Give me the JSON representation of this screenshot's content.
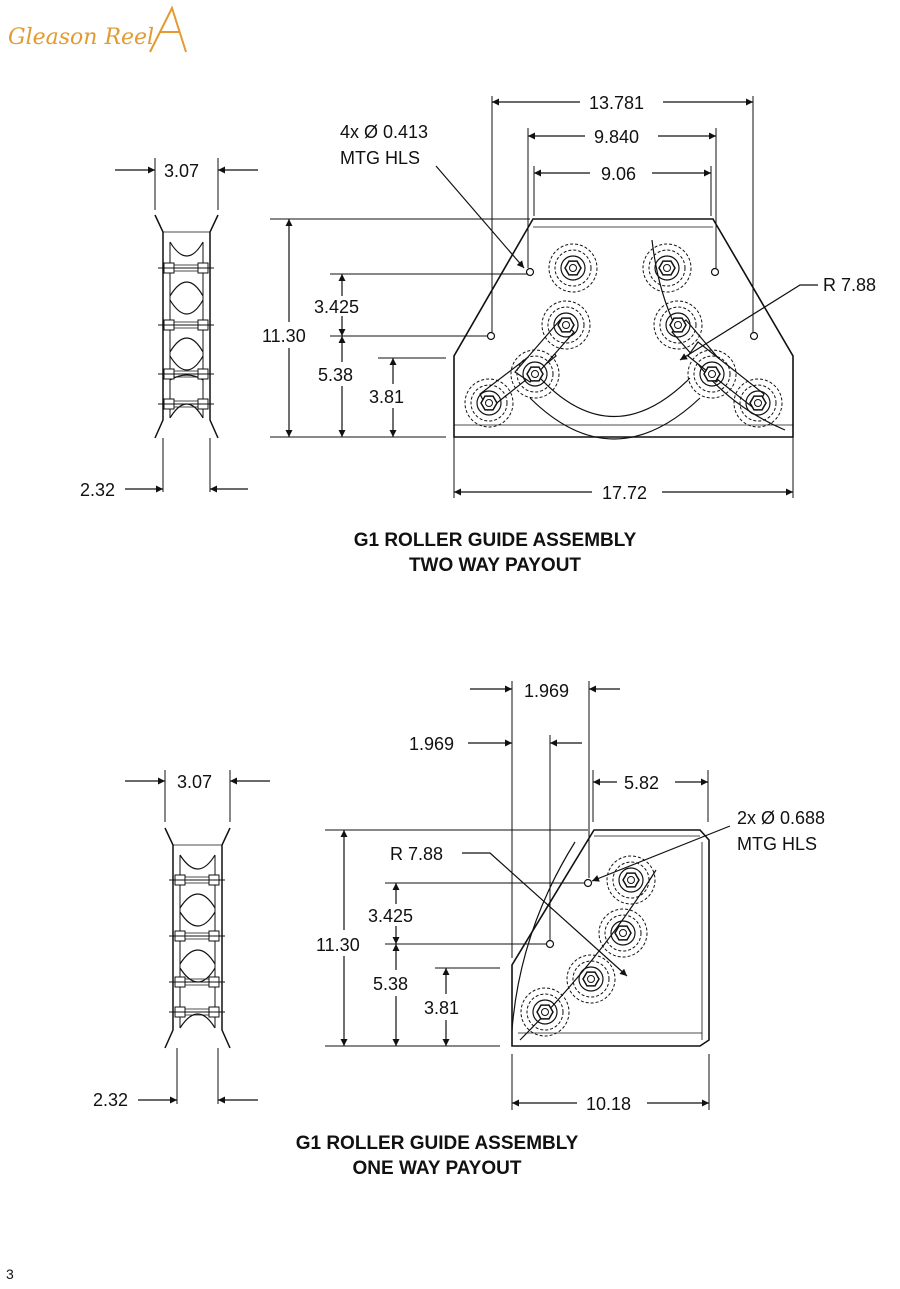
{
  "brand": {
    "logo_text": "Gleason Reel",
    "accent": "#e39a2e"
  },
  "page_number": "3",
  "two_way": {
    "caption_line1": "G1 ROLLER GUIDE ASSEMBLY",
    "caption_line2": "TWO WAY PAYOUT",
    "side": {
      "width_top": "3.07",
      "width_bottom": "2.32"
    },
    "front": {
      "overall_top": "13.781",
      "mid_top": "9.840",
      "inner_top": "9.06",
      "holes": "4x Ø 0.413",
      "holes_line2": "MTG HLS",
      "radius": "R 7.88",
      "height": "11.30",
      "hole_spacing_v": "3.425",
      "hole_height": "5.38",
      "roller_height": "3.81",
      "base_width": "17.72"
    }
  },
  "one_way": {
    "caption_line1": "G1 ROLLER GUIDE ASSEMBLY",
    "caption_line2": "ONE WAY PAYOUT",
    "side": {
      "width_top": "3.07",
      "width_bottom": "2.32"
    },
    "front": {
      "offset_a": "1.969",
      "offset_b": "1.969",
      "right_offset": "5.82",
      "holes": "2x Ø 0.688",
      "holes_line2": "MTG HLS",
      "radius": "R 7.88",
      "height": "11.30",
      "hole_spacing_v": "3.425",
      "hole_height": "5.38",
      "roller_height": "3.81",
      "base_width": "10.18"
    }
  }
}
